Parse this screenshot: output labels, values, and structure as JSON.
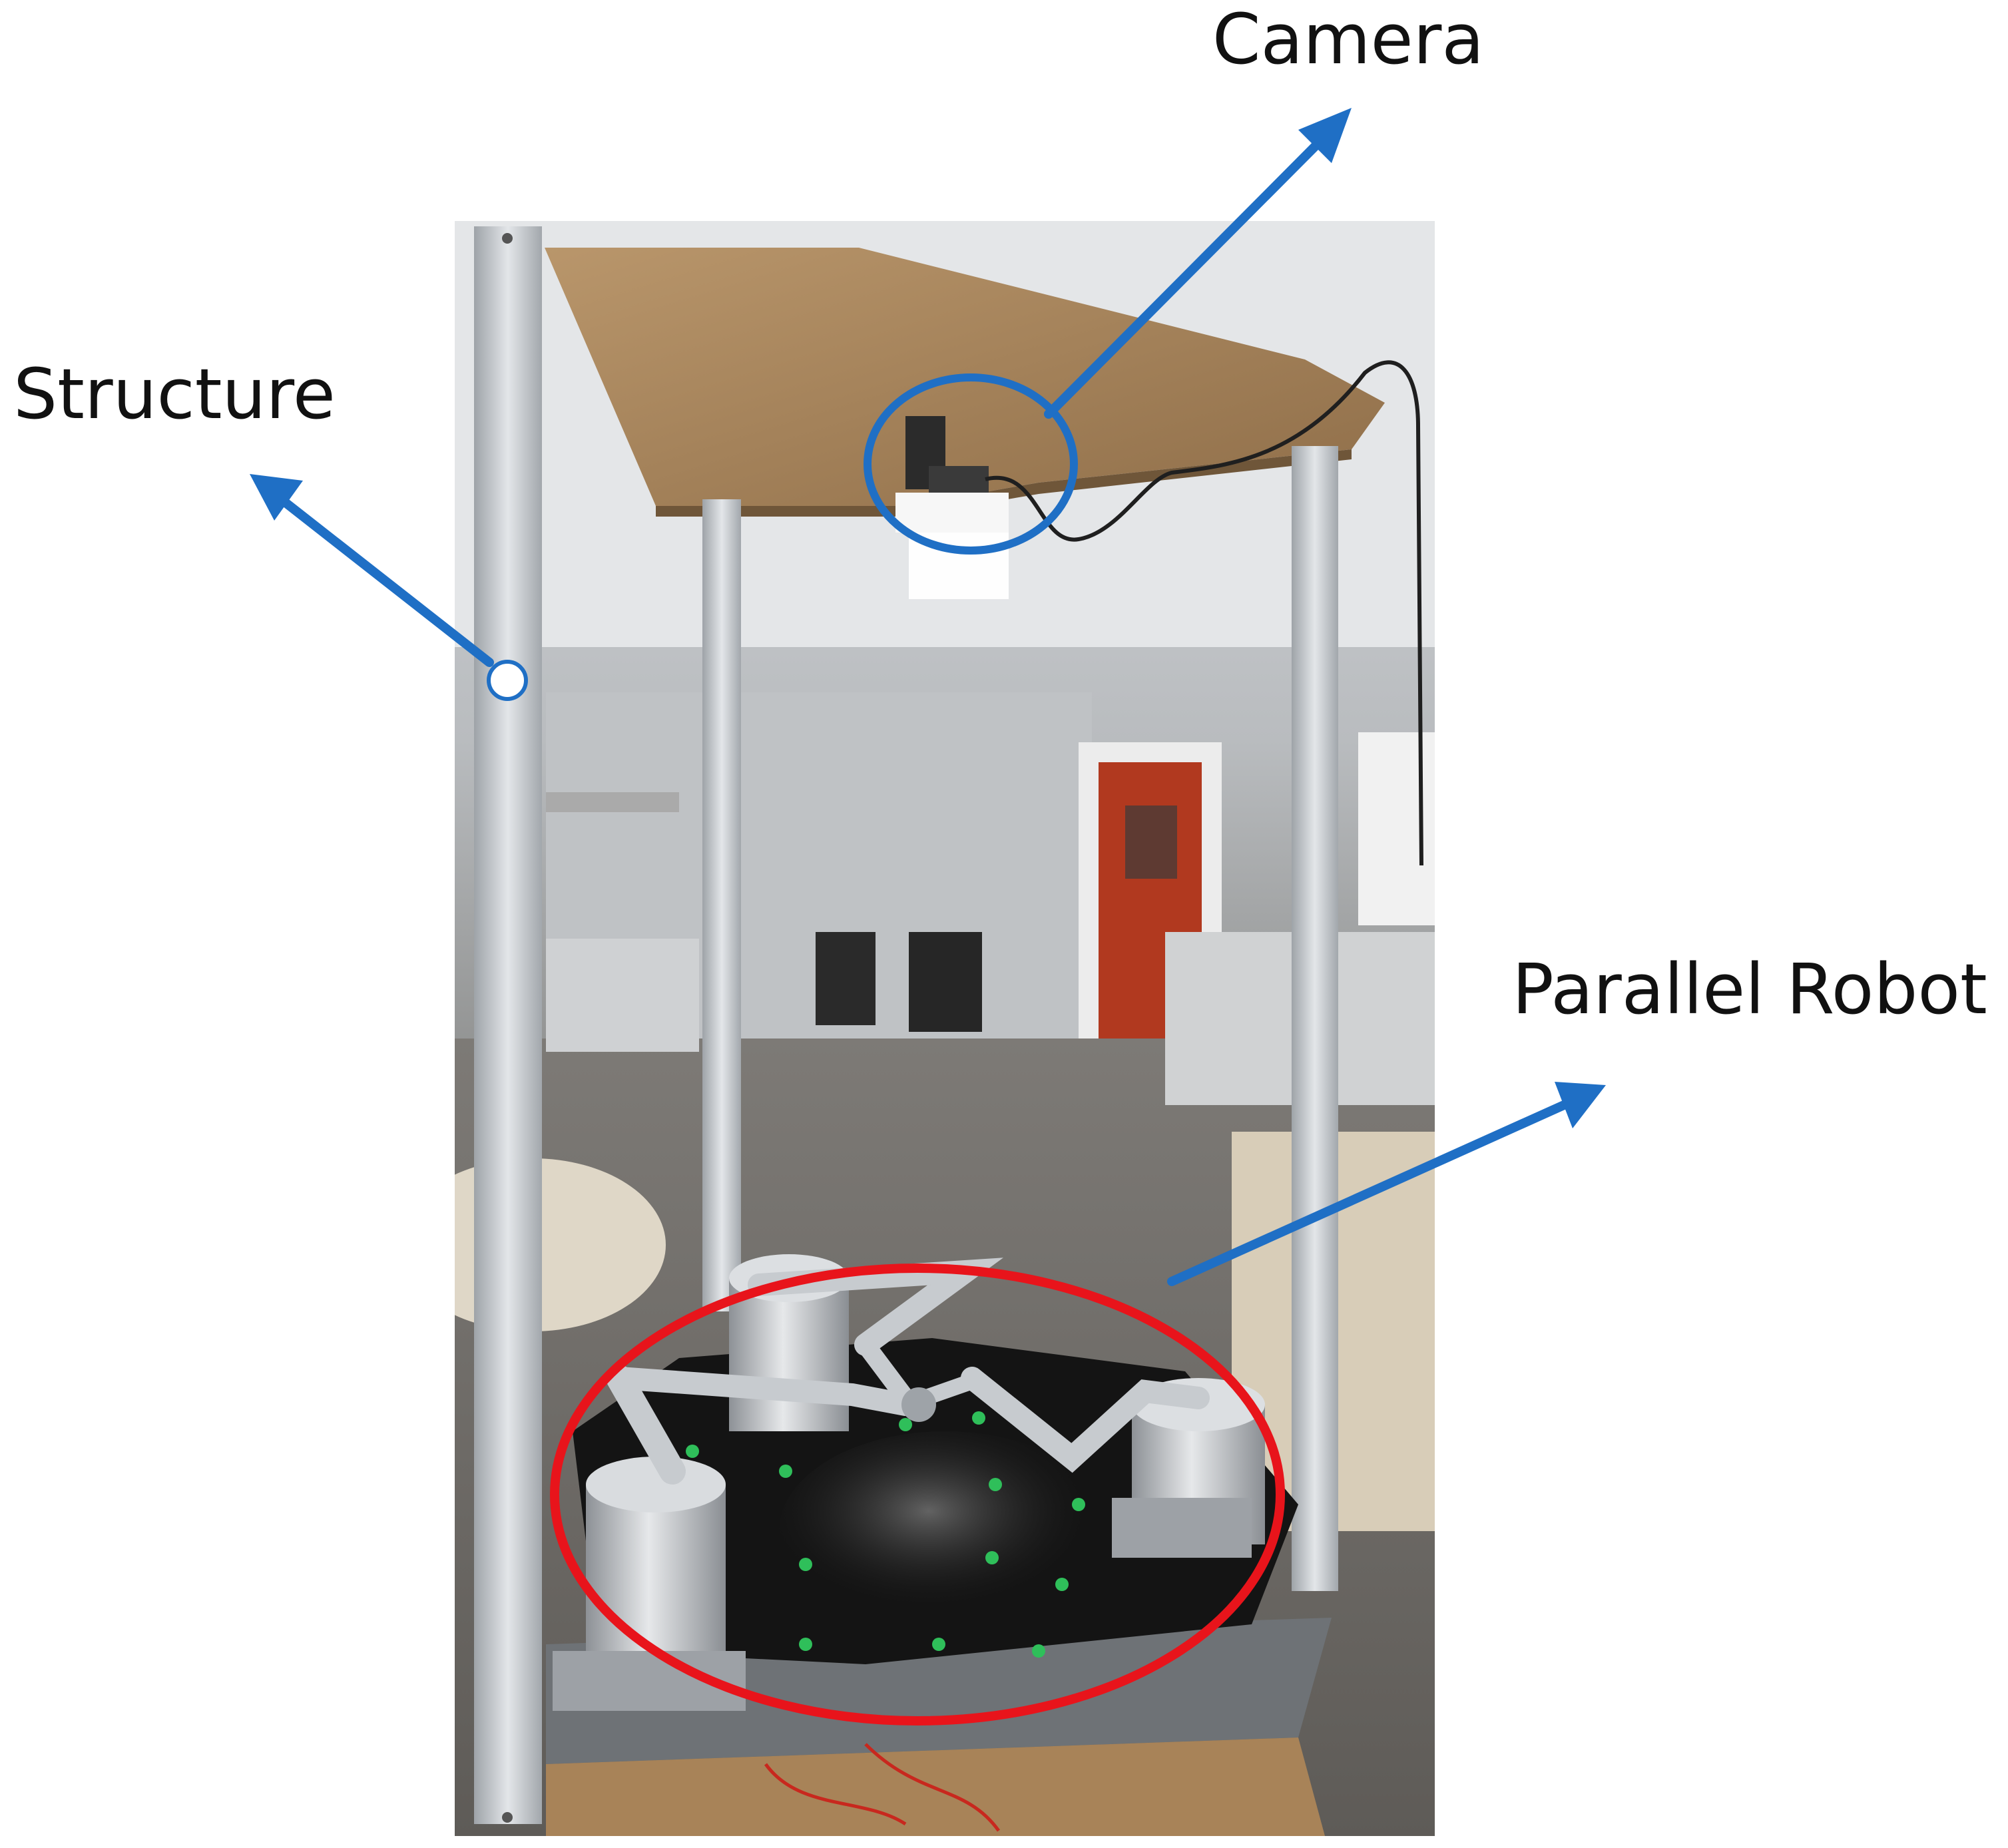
{
  "labels": {
    "camera": "Camera",
    "structure": "Structure",
    "parallel_robot": "Parallel Robot"
  },
  "colors": {
    "arrow": "#1f6fc5",
    "camera_marker": "#1f6fc5",
    "robot_marker": "#e8141b",
    "label_text": "#111111",
    "frame_metal": "#c9cdd1",
    "top_board": "#a9855c",
    "robot_base": "#141414",
    "dots": "#2fbf5a"
  }
}
